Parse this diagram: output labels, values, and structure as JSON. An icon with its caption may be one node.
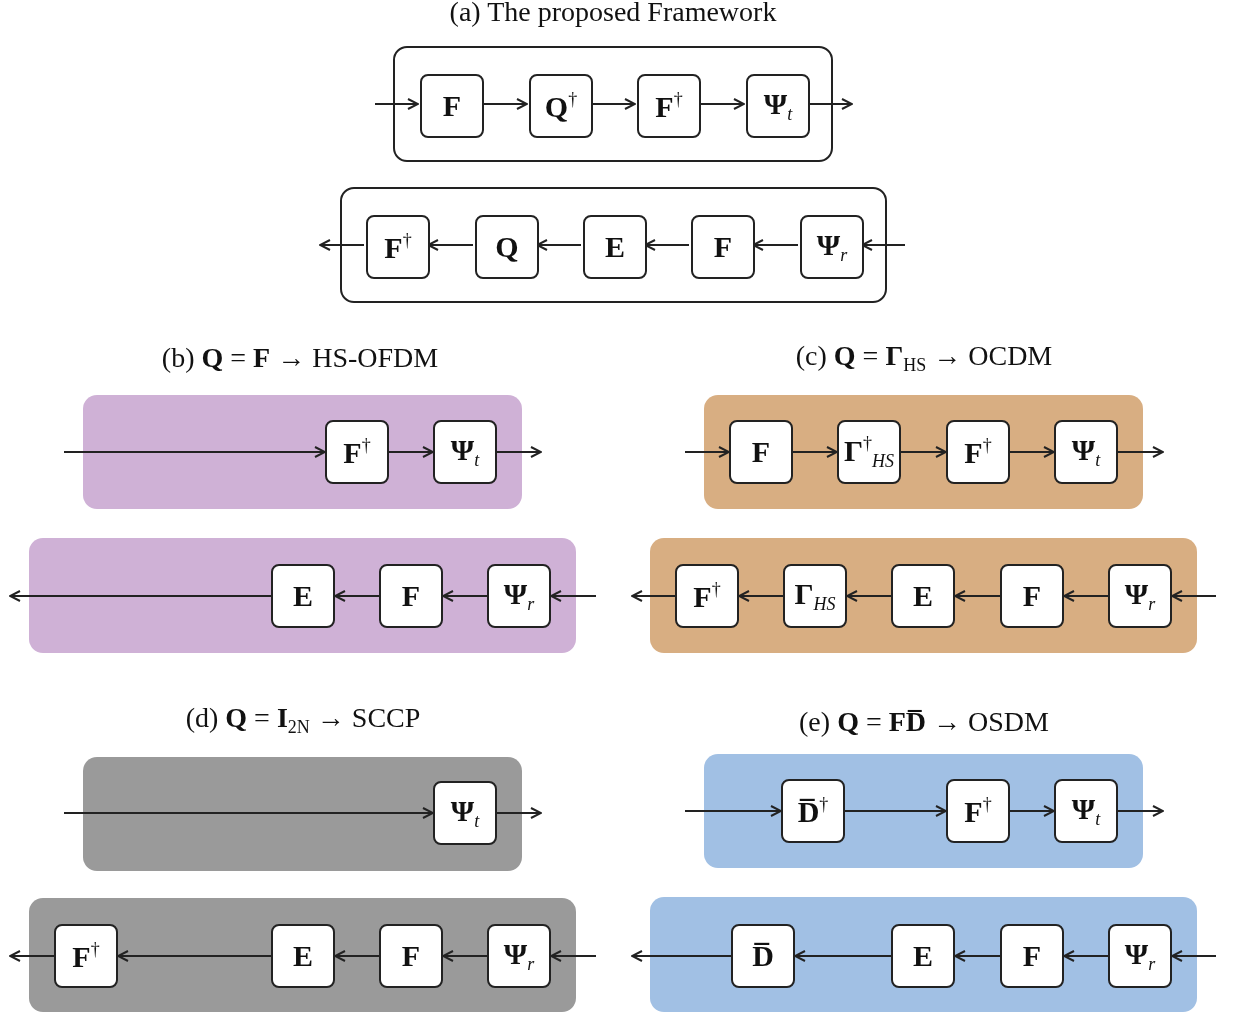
{
  "diagram": {
    "nodes": [
      {
        "text": [],
        "shape": "box"
      },
      {
        "text": [
          "F"
        ],
        "in": 0
      },
      {
        "text": [
          "Q$^{†}$"
        ],
        "in": 0
      },
      {
        "text": [
          "F$^{†}$"
        ],
        "in": 0
      },
      {
        "text": [
          "Ψ$_{t}$"
        ],
        "in": 0
      },
      {
        "text": [],
        "shape": "box"
      },
      {
        "text": [
          "F$^{†}$"
        ],
        "in": 5
      },
      {
        "text": [
          "Q"
        ],
        "in": 5
      },
      {
        "text": [
          "E"
        ],
        "in": 5
      },
      {
        "text": [
          "F"
        ],
        "in": 5
      },
      {
        "text": [
          "Ψ$_{r}$"
        ],
        "in": 5
      },
      {
        "text": [],
        "shape": "box"
      },
      {
        "text": [
          "F$^{†}$"
        ],
        "in": 11
      },
      {
        "text": [
          "Ψ$_{t}$"
        ],
        "in": 11
      },
      {
        "text": [],
        "shape": "box"
      },
      {
        "text": [
          "E"
        ],
        "in": 14
      },
      {
        "text": [
          "F"
        ],
        "in": 14
      },
      {
        "text": [
          "Ψ$_{r}$"
        ],
        "in": 14
      },
      {
        "text": [],
        "shape": "box"
      },
      {
        "text": [
          "F"
        ],
        "in": 18
      },
      {
        "text": [
          "Γ$^{†}$$_{HS}$"
        ],
        "in": 18
      },
      {
        "text": [
          "F$^{†}$"
        ],
        "in": 18
      },
      {
        "text": [
          "Ψ$_{t}$"
        ],
        "in": 18
      },
      {
        "text": [],
        "shape": "box"
      },
      {
        "text": [
          "F$^{†}$"
        ],
        "in": 23
      },
      {
        "text": [
          "Γ$_{HS}$"
        ],
        "in": 23
      },
      {
        "text": [
          "E"
        ],
        "in": 23
      },
      {
        "text": [
          "F"
        ],
        "in": 23
      },
      {
        "text": [
          "Ψ$_{r}$"
        ],
        "in": 23
      },
      {
        "text": [],
        "shape": "box"
      },
      {
        "text": [
          "Ψ$_{t}$"
        ],
        "in": 29
      },
      {
        "text": [],
        "shape": "box"
      },
      {
        "text": [
          "F$^{†}$"
        ],
        "in": 31
      },
      {
        "text": [
          "E"
        ],
        "in": 31
      },
      {
        "text": [
          "F"
        ],
        "in": 31
      },
      {
        "text": [
          "Ψ$_{r}$"
        ],
        "in": 31
      },
      {
        "text": [],
        "shape": "box"
      },
      {
        "text": [
          "D̅$^{†}$"
        ],
        "in": 36
      },
      {
        "text": [
          "F$^{†}$"
        ],
        "in": 36
      },
      {
        "text": [
          "Ψ$_{t}$"
        ],
        "in": 36
      },
      {
        "text": [],
        "shape": "box"
      },
      {
        "text": [
          "D̅"
        ],
        "in": 40
      },
      {
        "text": [
          "E"
        ],
        "in": 40
      },
      {
        "text": [
          "F"
        ],
        "in": 40
      },
      {
        "text": [
          "Ψ$_{r}$"
        ],
        "in": 40
      }
    ],
    "edges": [
      {
        "from": null,
        "to": 1,
        "arrow": "to"
      },
      {
        "from": 1,
        "to": 2,
        "arrow": "to"
      },
      {
        "from": 2,
        "to": 3,
        "arrow": "to"
      },
      {
        "from": 3,
        "to": 4,
        "arrow": "to"
      },
      {
        "from": 4,
        "to": null,
        "arrow": "to"
      },
      {
        "from": null,
        "to": 10,
        "arrow": "to"
      },
      {
        "from": 10,
        "to": 9,
        "arrow": "to"
      },
      {
        "from": 9,
        "to": 8,
        "arrow": "to"
      },
      {
        "from": 8,
        "to": 7,
        "arrow": "to"
      },
      {
        "from": 7,
        "to": 6,
        "arrow": "to"
      },
      {
        "from": 6,
        "to": null,
        "arrow": "to"
      },
      {
        "from": null,
        "to": 12,
        "arrow": "to"
      },
      {
        "from": 12,
        "to": 13,
        "arrow": "to"
      },
      {
        "from": 13,
        "to": null,
        "arrow": "to"
      },
      {
        "from": null,
        "to": 17,
        "arrow": "to"
      },
      {
        "from": 17,
        "to": 16,
        "arrow": "to"
      },
      {
        "from": 16,
        "to": 15,
        "arrow": "to"
      },
      {
        "from": 15,
        "to": null,
        "arrow": "to"
      },
      {
        "from": null,
        "to": 19,
        "arrow": "to"
      },
      {
        "from": 19,
        "to": 20,
        "arrow": "to"
      },
      {
        "from": 20,
        "to": 21,
        "arrow": "to"
      },
      {
        "from": 21,
        "to": 22,
        "arrow": "to"
      },
      {
        "from": 22,
        "to": null,
        "arrow": "to"
      },
      {
        "from": null,
        "to": 28,
        "arrow": "to"
      },
      {
        "from": 28,
        "to": 27,
        "arrow": "to"
      },
      {
        "from": 27,
        "to": 26,
        "arrow": "to"
      },
      {
        "from": 26,
        "to": 25,
        "arrow": "to"
      },
      {
        "from": 25,
        "to": 24,
        "arrow": "to"
      },
      {
        "from": 24,
        "to": null,
        "arrow": "to"
      },
      {
        "from": null,
        "to": 30,
        "arrow": "to"
      },
      {
        "from": 30,
        "to": null,
        "arrow": "to"
      },
      {
        "from": null,
        "to": 35,
        "arrow": "to"
      },
      {
        "from": 35,
        "to": 34,
        "arrow": "to"
      },
      {
        "from": 34,
        "to": 33,
        "arrow": "to"
      },
      {
        "from": 33,
        "to": 32,
        "arrow": "to"
      },
      {
        "from": 32,
        "to": null,
        "arrow": "to"
      },
      {
        "from": null,
        "to": 37,
        "arrow": "to"
      },
      {
        "from": 37,
        "to": 38,
        "arrow": "to"
      },
      {
        "from": 38,
        "to": 39,
        "arrow": "to"
      },
      {
        "from": 39,
        "to": null,
        "arrow": "to"
      },
      {
        "from": null,
        "to": 44,
        "arrow": "to"
      },
      {
        "from": 44,
        "to": 43,
        "arrow": "to"
      },
      {
        "from": 43,
        "to": 42,
        "arrow": "to"
      },
      {
        "from": 42,
        "to": 41,
        "arrow": "to"
      },
      {
        "from": 41,
        "to": null,
        "arrow": "to"
      }
    ],
    "labels": [
      "(a) The proposed Framework",
      "(b) **Q** = **F** → HS-OFDM",
      "(c) **Q** = **Γ**$_{HS}$ → OCDM",
      "(d) **Q** = **I**$_{2N}$ → SCCP",
      "(e) **Q** = **FD̅** → OSDM"
    ]
  }
}
